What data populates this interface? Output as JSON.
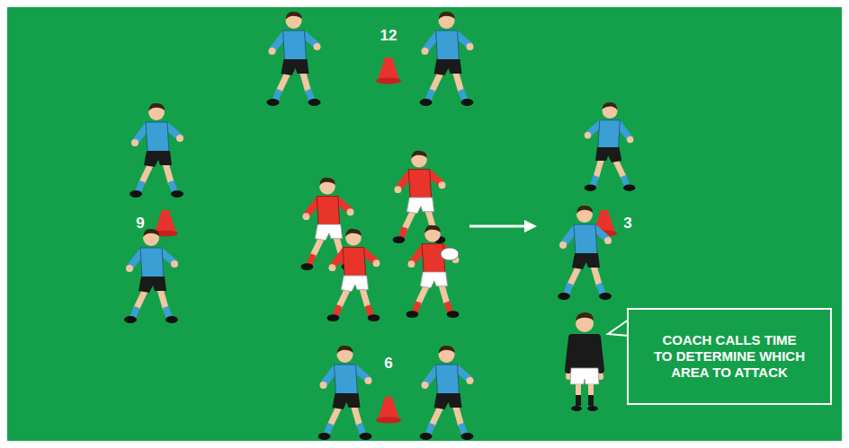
{
  "diagram": {
    "nodes": [
      {
        "text": [
          "COACH CALLS TIME TO DETERMINE WHICH AREA TO ATTACK"
        ]
      }
    ],
    "labels": [
      "12",
      "9",
      "6",
      "3"
    ]
  }
}
